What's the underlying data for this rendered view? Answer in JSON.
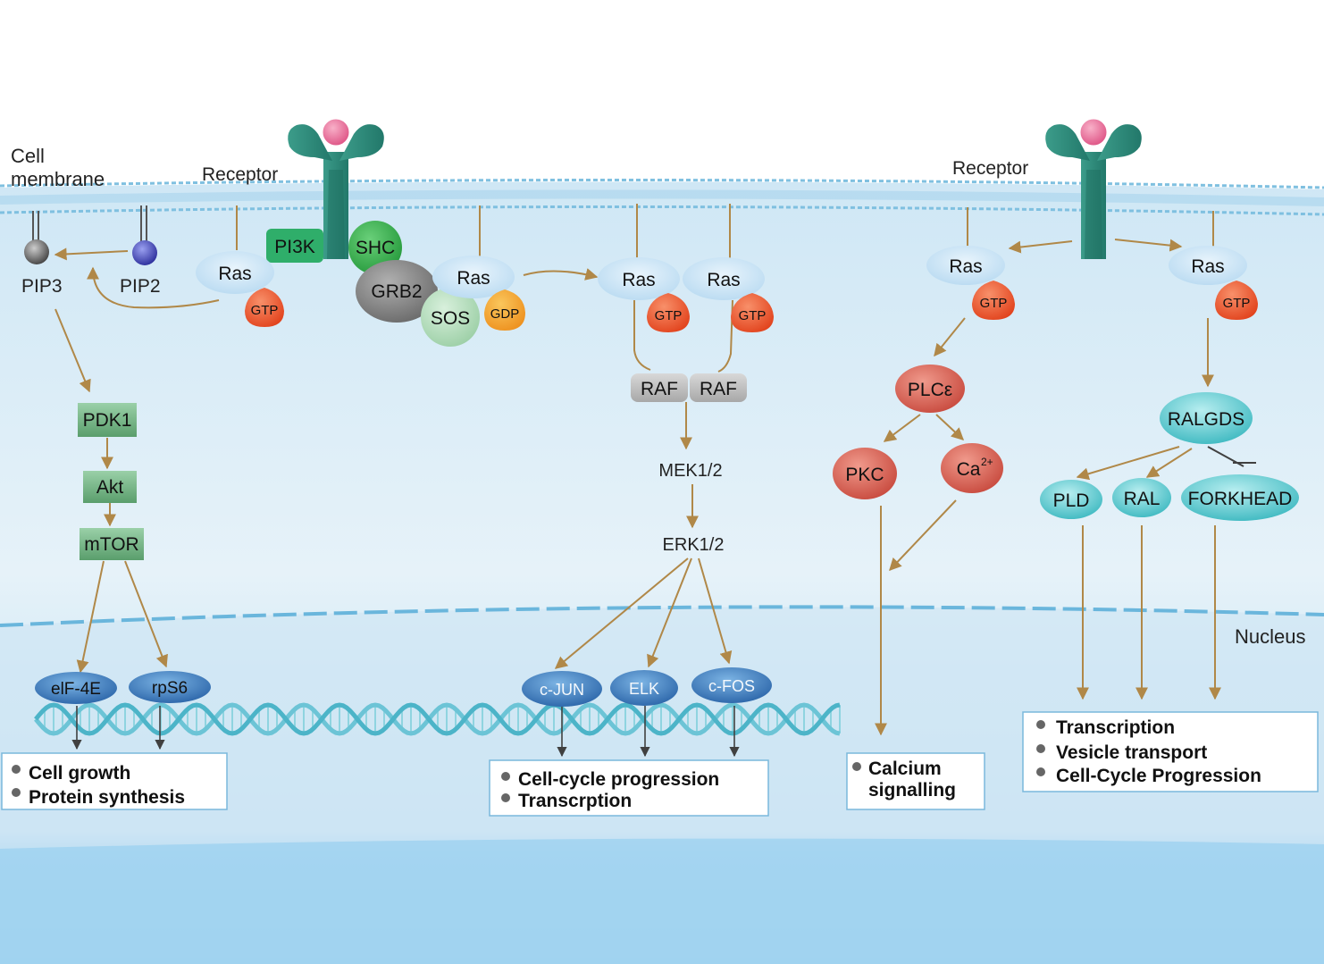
{
  "labels": {
    "cell_membrane_line1": "Cell",
    "cell_membrane_line2": "membrane",
    "receptor_left": "Receptor",
    "receptor_right": "Receptor",
    "nucleus": "Nucleus"
  },
  "nodes": {
    "pip3": "PIP3",
    "pip2": "PIP2",
    "pi3k": "PI3K",
    "shc": "SHC",
    "grb2": "GRB2",
    "sos": "SOS",
    "gdp": "GDP",
    "ras": "Ras",
    "gtp": "GTP",
    "raf": "RAF",
    "mek": "MEK1/2",
    "erk": "ERK1/2",
    "pdk1": "PDK1",
    "akt": "Akt",
    "mtor": "mTOR",
    "eif4e": "elF-4E",
    "rps6": "rpS6",
    "cjun": "c-JUN",
    "elk": "ELK",
    "cfos": "c-FOS",
    "plce": "PLCε",
    "pkc": "PKC",
    "ca": "Ca",
    "ca_sup": "2+",
    "ralgds": "RALGDS",
    "pld": "PLD",
    "ral": "RAL",
    "forkhead": "FORKHEAD"
  },
  "outcomes": {
    "box1": [
      "Cell growth",
      "Protein synthesis"
    ],
    "box2": [
      "Cell-cycle progression",
      "Transcrption"
    ],
    "box3": [
      "Calcium",
      "signalling"
    ],
    "box4": [
      "Transcription",
      "Vesicle transport",
      "Cell-Cycle Progression"
    ]
  },
  "colors": {
    "arrow": "#b08848",
    "ras_fill": "#cfe6f6",
    "gtp_fill": "#e8542c",
    "gdp_fill": "#f0a030",
    "pi3k_fill": "#2fae6a",
    "shc_fill": "#35b04a",
    "grb2_fill": "#8a8a8a",
    "sos_fill": "#a9d8b0",
    "receptor_fill": "#2e8c7c",
    "ligand_fill": "#e0608c",
    "raf_fill": "#b8b8b8",
    "green_box": "#6eae7e",
    "red_node": "#d05a4e",
    "cyan_node": "#5cc8cc",
    "blue_tf": "#3a78b8"
  }
}
